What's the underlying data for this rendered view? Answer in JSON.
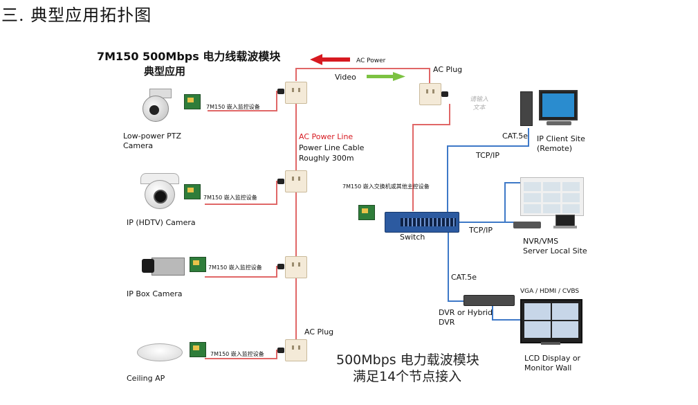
{
  "heading": "三. 典型应用拓扑图",
  "title": {
    "line1": "7M150  500Mbps 电力线载波模块",
    "line2": "典型应用"
  },
  "top_labels": {
    "ac_power": "AC Power",
    "video": "Video",
    "ac_plug_top": "AC Plug",
    "ac_plug_bottom": "AC Plug",
    "placeholder_text": "请输入\n文本"
  },
  "trunk": {
    "ac_power_line": "AC Power Line",
    "cable_line1": "Power Line Cable",
    "cable_line2": "Roughly 300m"
  },
  "embedded_label": "7M150 嵌入监控设备",
  "switch_embedded_label": "7M150 嵌入交换机或其他主控设备",
  "cameras": [
    {
      "name": "Low-power PTZ\nCamera"
    },
    {
      "name": "IP (HDTV) Camera"
    },
    {
      "name": "IP Box Camera"
    },
    {
      "name": "Ceiling AP"
    }
  ],
  "network": {
    "switch": "Switch",
    "cat5e_top": "CAT.5e",
    "tcpip_top": "TCP/IP",
    "ip_client": "IP Client Site\n(Remote)",
    "tcpip_mid": "TCP/IP",
    "nvr": "NVR/VMS\nServer Local Site",
    "cat5e_bottom": "CAT.5e",
    "dvr": "DVR or Hybrid\nDVR",
    "vga": "VGA / HDMI / CVBS",
    "lcd": "LCD Display or\nMonitor Wall"
  },
  "footer": {
    "line1": "500Mbps 电力载波模块",
    "line2": "满足14个节点接入"
  },
  "colors": {
    "power_line": "#e06666",
    "network_line": "#3d78c7",
    "arrow_red": "#d71920",
    "arrow_green": "#7cc242",
    "switch_blue": "#2c5aa0"
  }
}
